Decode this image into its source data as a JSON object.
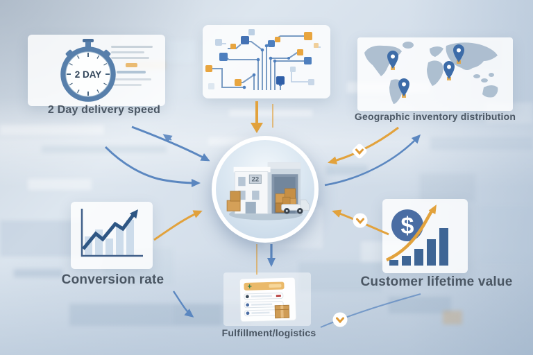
{
  "title": "Fulfillment network diagram",
  "hub": {
    "icon": "warehouse-icon",
    "building_number": "22"
  },
  "nodes": {
    "delivery": {
      "label": "2 Day delivery speed",
      "icon": "stopwatch-icon",
      "stopwatch_text": "2 DAY"
    },
    "network": {
      "icon": "circuit-network-icon"
    },
    "map": {
      "label": "Geographic inventory distribution",
      "icon": "world-map-icon",
      "pin_count": 4
    },
    "conversion": {
      "label": "Conversion rate",
      "icon": "growth-chart-icon"
    },
    "clv": {
      "label": "Customer lifetime value",
      "icon": "dollar-growth-chart-icon",
      "currency_symbol": "$"
    },
    "fulfillment": {
      "label": "Fulfillment/logistics",
      "icon": "checklist-icon"
    }
  },
  "connections": [
    {
      "from": "delivery",
      "to": "hub",
      "color": "blue",
      "lines": 2
    },
    {
      "from": "network",
      "to": "hub",
      "color": "orange",
      "lines": 1
    },
    {
      "from": "map",
      "to": "hub",
      "color": "orange",
      "badge": "check"
    },
    {
      "from": "hub",
      "to": "map",
      "color": "blue"
    },
    {
      "from": "conversion",
      "to": "hub",
      "color": "orange"
    },
    {
      "from": "clv",
      "to": "hub",
      "color": "orange",
      "badge": "check"
    },
    {
      "from": "hub",
      "to": "fulfillment",
      "color": "blue"
    },
    {
      "from": "fulfillment",
      "to": "clv",
      "color": "blue",
      "badge": "check"
    }
  ],
  "colors": {
    "arrow_blue": "#5b87c0",
    "arrow_orange": "#e2a23c",
    "label_text": "#4a5663",
    "pin_blue": "#3d6ca8",
    "bar_dark_blue": "#3e6595",
    "bar_light_blue": "#c3d5e8",
    "dollar_circle_blue": "#4a6da3",
    "box_tan": "#cf9c55"
  }
}
